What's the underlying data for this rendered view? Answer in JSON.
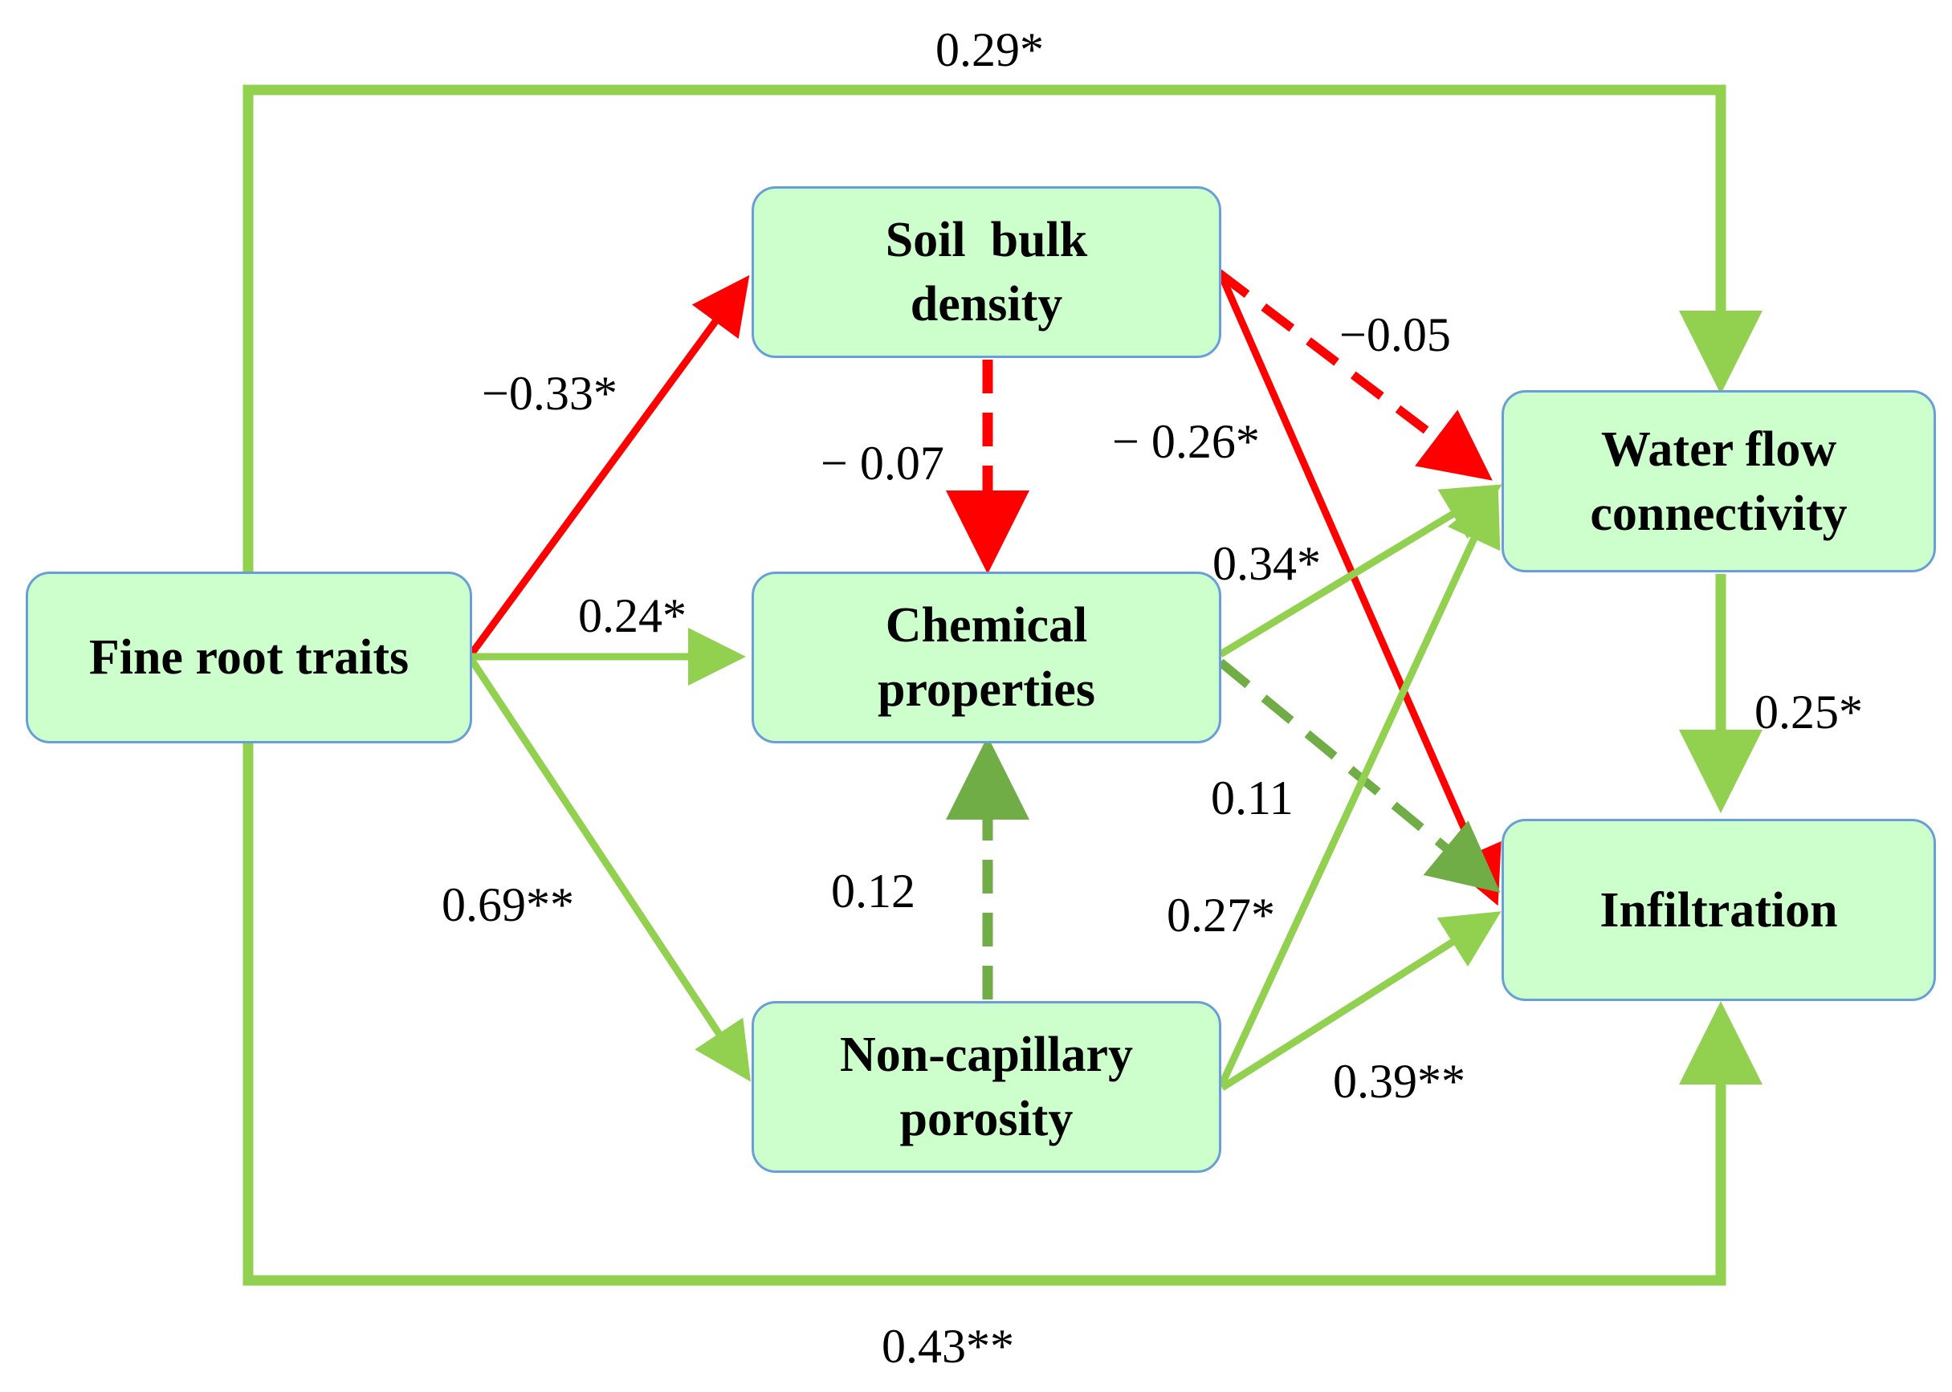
{
  "nodes": {
    "fine_root": {
      "line1": "Fine root traits"
    },
    "bulk_density": {
      "line1": "Soil  bulk",
      "line2": "density"
    },
    "chemical": {
      "line1": "Chemical",
      "line2": "properties"
    },
    "porosity": {
      "line1": "Non-capillary",
      "line2": "porosity"
    },
    "water_flow": {
      "line1": "Water flow",
      "line2": "connectivity"
    },
    "infiltration": {
      "line1": "Infiltration"
    }
  },
  "paths": [
    {
      "from": "Fine root traits",
      "to": "Water flow connectivity",
      "coefficient": "0.29*",
      "sign": "positive",
      "style": "solid"
    },
    {
      "from": "Fine root traits",
      "to": "Soil bulk density",
      "coefficient": "−0.33*",
      "sign": "negative",
      "style": "solid"
    },
    {
      "from": "Fine root traits",
      "to": "Chemical properties",
      "coefficient": "0.24*",
      "sign": "positive",
      "style": "solid"
    },
    {
      "from": "Fine root traits",
      "to": "Non-capillary porosity",
      "coefficient": "0.69**",
      "sign": "positive",
      "style": "solid"
    },
    {
      "from": "Fine root traits",
      "to": "Infiltration",
      "coefficient": "0.43**",
      "sign": "positive",
      "style": "solid"
    },
    {
      "from": "Soil bulk density",
      "to": "Chemical properties",
      "coefficient": "− 0.07",
      "sign": "negative",
      "style": "dashed"
    },
    {
      "from": "Soil bulk density",
      "to": "Water flow connectivity",
      "coefficient": "−0.05",
      "sign": "negative",
      "style": "dashed"
    },
    {
      "from": "Soil bulk density",
      "to": "Infiltration",
      "coefficient": "− 0.26*",
      "sign": "negative",
      "style": "solid"
    },
    {
      "from": "Chemical properties",
      "to": "Water flow connectivity",
      "coefficient": "0.34*",
      "sign": "positive",
      "style": "solid"
    },
    {
      "from": "Chemical properties",
      "to": "Infiltration",
      "coefficient": "0.11",
      "sign": "positive",
      "style": "dashed"
    },
    {
      "from": "Non-capillary porosity",
      "to": "Chemical properties",
      "coefficient": "0.12",
      "sign": "positive",
      "style": "dashed"
    },
    {
      "from": "Non-capillary porosity",
      "to": "Water flow connectivity",
      "coefficient": "0.27*",
      "sign": "positive",
      "style": "solid"
    },
    {
      "from": "Non-capillary porosity",
      "to": "Infiltration",
      "coefficient": "0.39**",
      "sign": "positive",
      "style": "solid"
    },
    {
      "from": "Water flow connectivity",
      "to": "Infiltration",
      "coefficient": "0.25*",
      "sign": "positive",
      "style": "solid"
    }
  ],
  "colors": {
    "positive": "#92d050",
    "negative": "#ff0000",
    "positive_dashed": "#70ad47",
    "node_fill": "#ccffcc",
    "node_border": "#6a9ed8"
  }
}
